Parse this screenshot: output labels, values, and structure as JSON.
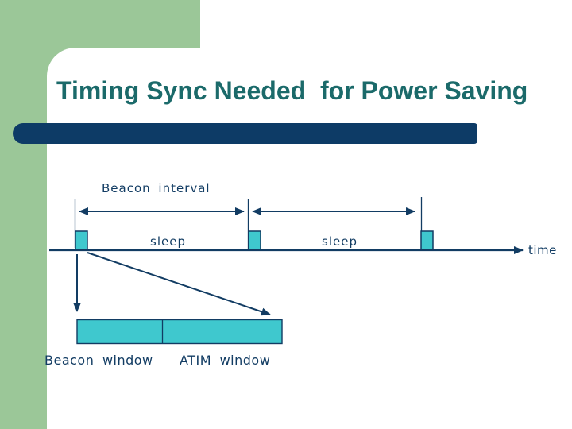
{
  "slide": {
    "title": "Timing Sync Needed  for Power Saving"
  },
  "diagram": {
    "beacon_interval_label": "Beacon interval",
    "sleep_label_1": "sleep",
    "sleep_label_2": "sleep",
    "time_label": "time",
    "beacon_window_label": "Beacon window",
    "atim_window_label": "ATIM window",
    "beacon_count": 3
  },
  "colors": {
    "accent_green": "#9BC798",
    "navy": "#123C63",
    "title_bar_navy": "#0D3B66",
    "title_teal": "#1B6A6A",
    "beacon_teal": "#3FC8CE"
  }
}
